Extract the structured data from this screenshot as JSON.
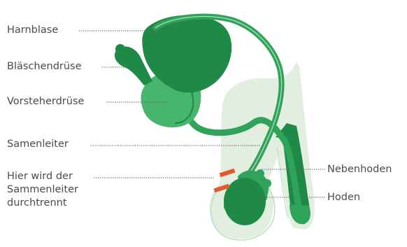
{
  "colors": {
    "background": "#ffffff",
    "body_silhouette": "#e2eedf",
    "organ_dark": "#1f8a47",
    "organ_medium": "#2fa35a",
    "organ_light": "#48b56f",
    "outline": "#b9e0c4",
    "cut_mark": "#e05a2b",
    "leader_line": "#666666",
    "label_text": "#4b4b4b"
  },
  "labels": {
    "harnblase": "Harnblase",
    "blaeschendruese": "Bläschendrüse",
    "vorsteherdruese": "Vorsteherdrüse",
    "samenleiter": "Samenleiter",
    "durchtrennt": "Hier wird der\nSammenleiter\ndurchtrennt",
    "nebenhoden": "Nebenhoden",
    "hoden": "Hoden"
  }
}
